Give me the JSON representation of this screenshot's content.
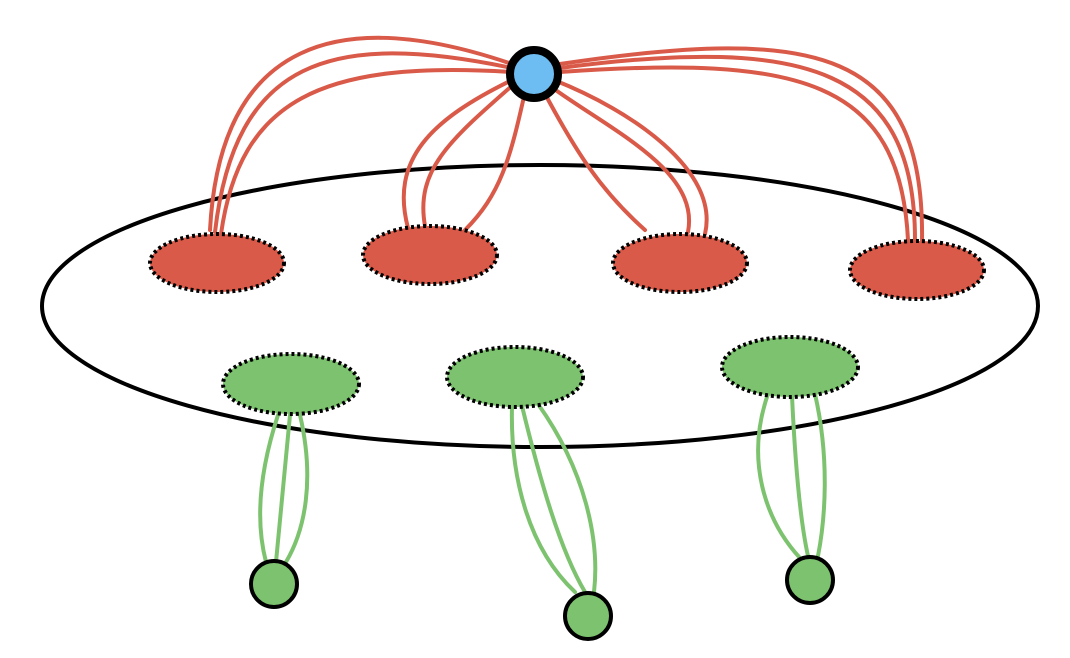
{
  "colors": {
    "hub": "#6dbdf2",
    "red": "#d95a49",
    "green": "#7dc36f",
    "outline": "#000000",
    "background": "#ffffff"
  },
  "diagram": {
    "hub": {
      "id": "hub"
    },
    "red_clusters": [
      {
        "id": "red-1",
        "links_to_hub": 3
      },
      {
        "id": "red-2",
        "links_to_hub": 3
      },
      {
        "id": "red-3",
        "links_to_hub": 3
      },
      {
        "id": "red-4",
        "links_to_hub": 3
      }
    ],
    "green_clusters": [
      {
        "id": "green-1",
        "links_to_leaf": 3
      },
      {
        "id": "green-2",
        "links_to_leaf": 3
      },
      {
        "id": "green-3",
        "links_to_leaf": 3
      }
    ],
    "green_leaves": [
      {
        "id": "leaf-1"
      },
      {
        "id": "leaf-2"
      },
      {
        "id": "leaf-3"
      }
    ]
  }
}
